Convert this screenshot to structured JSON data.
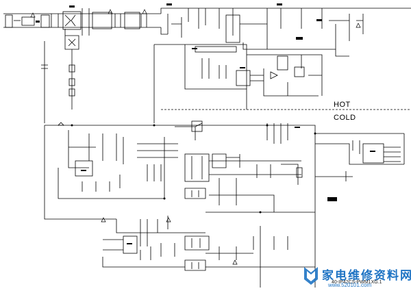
{
  "diagram": {
    "zone_labels": {
      "hot": "HOT",
      "cold": "COLD"
    },
    "board_code": "40-IP42CS-PWM1XG.1",
    "watermark": {
      "text_cn": "家电维修资料网",
      "url": "www.520101.com",
      "color": "#1f74c4"
    }
  }
}
